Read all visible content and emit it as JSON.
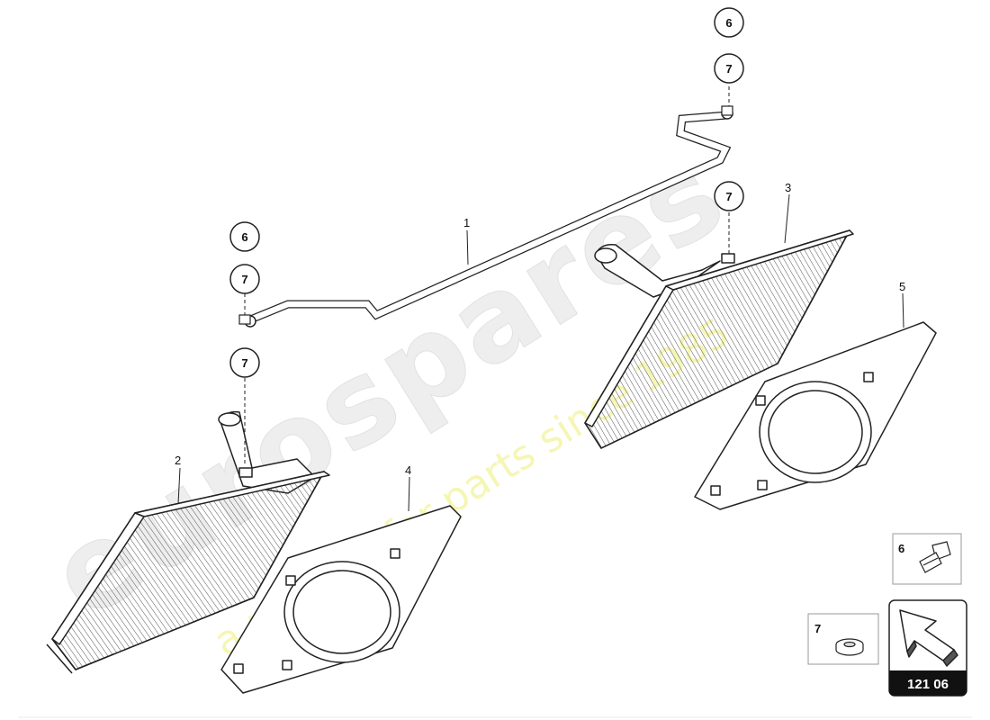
{
  "diagram": {
    "part_labels": {
      "p1": "1",
      "p2": "2",
      "p3": "3",
      "p4": "4",
      "p5": "5"
    },
    "bubbles": {
      "b_top_6": "6",
      "b_top_7a": "7",
      "b_top_7b": "7",
      "b_left_6": "6",
      "b_left_7a": "7",
      "b_left_7b": "7"
    },
    "legend": {
      "item6": "6",
      "item7": "7",
      "reference": "121 06"
    },
    "watermark": {
      "brand": "eurospares",
      "tagline": "a passion for parts since 1985"
    },
    "colors": {
      "line": "#222222",
      "watermark": "#eeeeee",
      "tagline": "#f6f6b4",
      "ref_bg": "#111111"
    }
  }
}
